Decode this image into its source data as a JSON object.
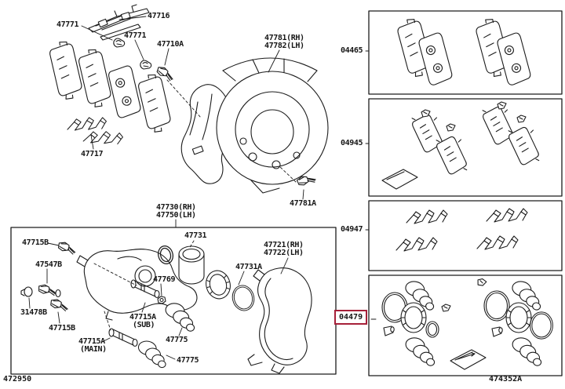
{
  "figure": {
    "bottom_left_code": "472950",
    "bottom_right_code": "474352A"
  },
  "colors": {
    "line": "#1c1c1c",
    "highlight_box": "#a62039",
    "background": "#ffffff"
  },
  "callouts": [
    {
      "part": "47771"
    },
    {
      "part": "47716"
    },
    {
      "part": "47771"
    },
    {
      "part": "47710A"
    },
    {
      "part": "47717"
    },
    {
      "part": "47781(RH)",
      "part2": "47782(LH)"
    },
    {
      "part": "47781A"
    },
    {
      "part": "47730(RH)",
      "part2": "47750(LH)"
    },
    {
      "part": "47715B"
    },
    {
      "part": "47731"
    },
    {
      "part": "47547B"
    },
    {
      "part": "47721(RH)",
      "part2": "47722(LH)"
    },
    {
      "part": "47731A"
    },
    {
      "part": "47769"
    },
    {
      "part": "31478B"
    },
    {
      "part": "47715B"
    },
    {
      "part": "47715A",
      "note": "(SUB)"
    },
    {
      "part": "47715A",
      "note": "(MAIN)"
    },
    {
      "part": "47775"
    },
    {
      "part": "47775"
    }
  ],
  "kits": [
    {
      "code": "04465",
      "highlighted": false
    },
    {
      "code": "04945",
      "highlighted": false
    },
    {
      "code": "04947",
      "highlighted": false
    },
    {
      "code": "04479",
      "highlighted": true
    }
  ]
}
